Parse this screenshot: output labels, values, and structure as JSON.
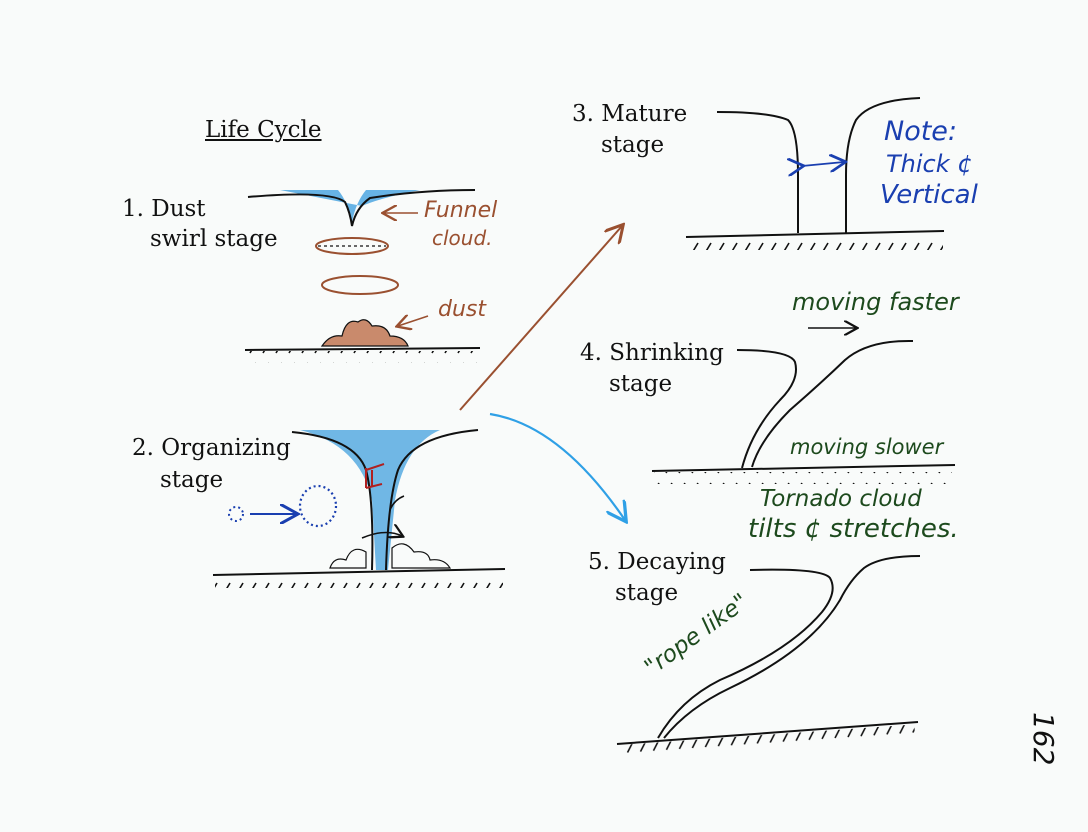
{
  "title": "Life Cycle",
  "stages": [
    {
      "line1": "1. Dust",
      "line2": "swirl stage"
    },
    {
      "line1": "2. Organizing",
      "line2": "stage"
    },
    {
      "line1": "3. Mature",
      "line2": "stage"
    },
    {
      "line1": "4. Shrinking",
      "line2": "stage"
    },
    {
      "line1": "5. Decaying",
      "line2": "stage"
    }
  ],
  "annotations": {
    "funnel_1": "Funnel",
    "funnel_2": "cloud.",
    "dust": "dust",
    "note_1": "Note:",
    "note_2": "Thick ¢",
    "note_3": "Vertical",
    "moving_faster": "moving faster",
    "moving_slower": "moving slower",
    "tilts_1": "Tornado cloud",
    "tilts_2": "tilts ¢ stretches.",
    "rope_like": "\"rope like\"",
    "page_number": "162"
  },
  "colors": {
    "ink": "#111111",
    "sky_blue": "#4da6e0",
    "brown": "#9a5030",
    "dust_fill": "#c98a6c",
    "note_blue": "#1a3fb0",
    "green": "#1d4a1d",
    "arrow_blue": "#2fa0e6"
  }
}
